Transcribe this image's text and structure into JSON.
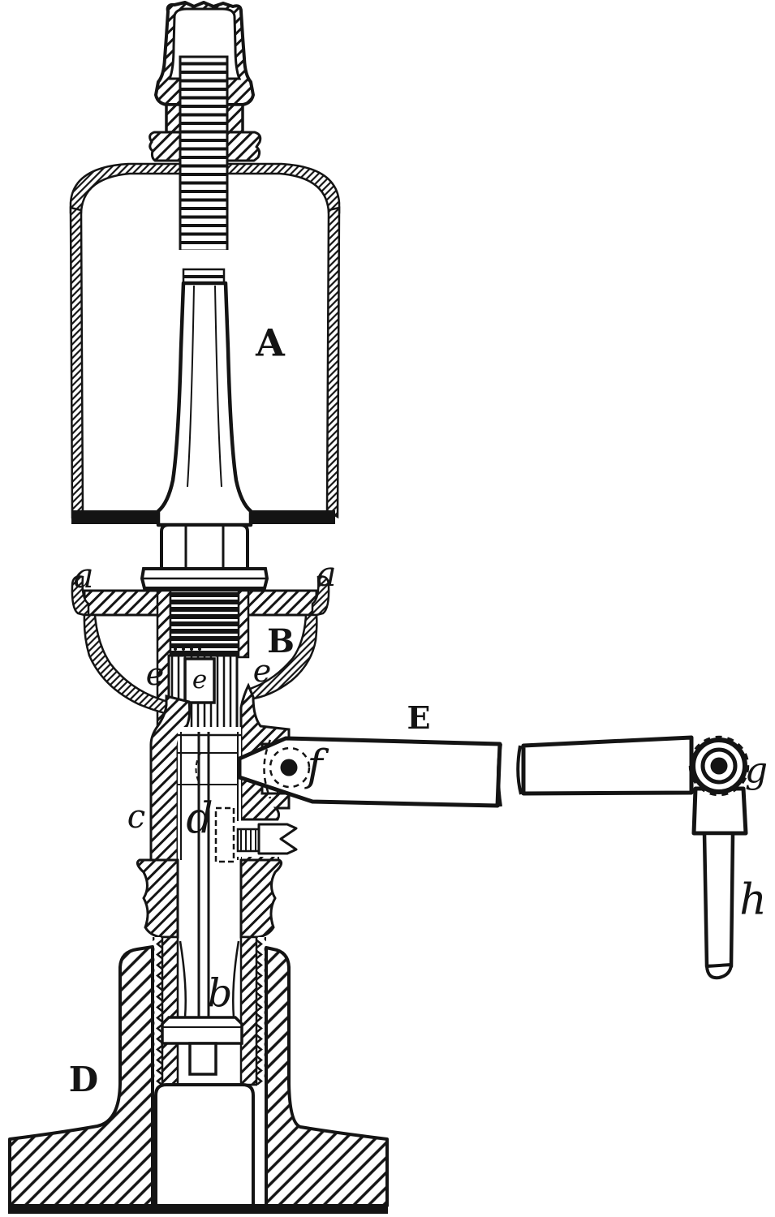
{
  "figure": {
    "kind": "engraved cross-section diagram",
    "colors": {
      "ink": "#141414",
      "paper": "#ffffff"
    }
  },
  "labels": [
    {
      "id": "A",
      "text": "A"
    },
    {
      "id": "a-left",
      "text": "a"
    },
    {
      "id": "a-right",
      "text": "a"
    },
    {
      "id": "B",
      "text": "B"
    },
    {
      "id": "e-left",
      "text": "e"
    },
    {
      "id": "e-center",
      "text": "e"
    },
    {
      "id": "e-right",
      "text": "e"
    },
    {
      "id": "E",
      "text": "E"
    },
    {
      "id": "f",
      "text": "f"
    },
    {
      "id": "c",
      "text": "c"
    },
    {
      "id": "d",
      "text": "d"
    },
    {
      "id": "g",
      "text": "g"
    },
    {
      "id": "h",
      "text": "h"
    },
    {
      "id": "b",
      "text": "b"
    },
    {
      "id": "D",
      "text": "D"
    }
  ]
}
